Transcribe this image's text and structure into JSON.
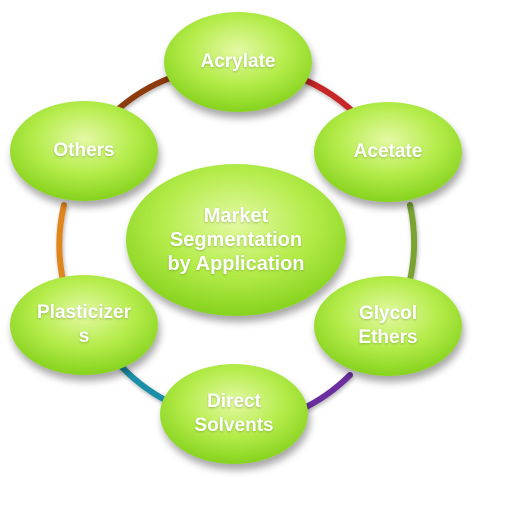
{
  "diagram": {
    "center": {
      "lines": [
        "Market",
        "Segmentation",
        "by Application"
      ]
    },
    "nodes": [
      {
        "id": "acrylate",
        "lines": [
          "Acrylate"
        ]
      },
      {
        "id": "acetate",
        "lines": [
          "Acetate"
        ]
      },
      {
        "id": "glycol-ethers",
        "lines": [
          "Glycol",
          "Ethers"
        ]
      },
      {
        "id": "direct-solvents",
        "lines": [
          "Direct",
          "Solvents"
        ]
      },
      {
        "id": "plasticizers",
        "lines": [
          "Plasticizer",
          "s"
        ]
      },
      {
        "id": "others",
        "lines": [
          "Others"
        ]
      }
    ],
    "colors": {
      "node_fill_light": "#e4f9a4",
      "node_fill_mid": "#b4ec4a",
      "node_fill_dark": "#86d21e",
      "text": "#ffffff",
      "ring_segments": [
        "#c62828",
        "#8c3a10",
        "#7aa330",
        "#6a2f9e",
        "#1f8fa8",
        "#e0841e"
      ]
    }
  }
}
